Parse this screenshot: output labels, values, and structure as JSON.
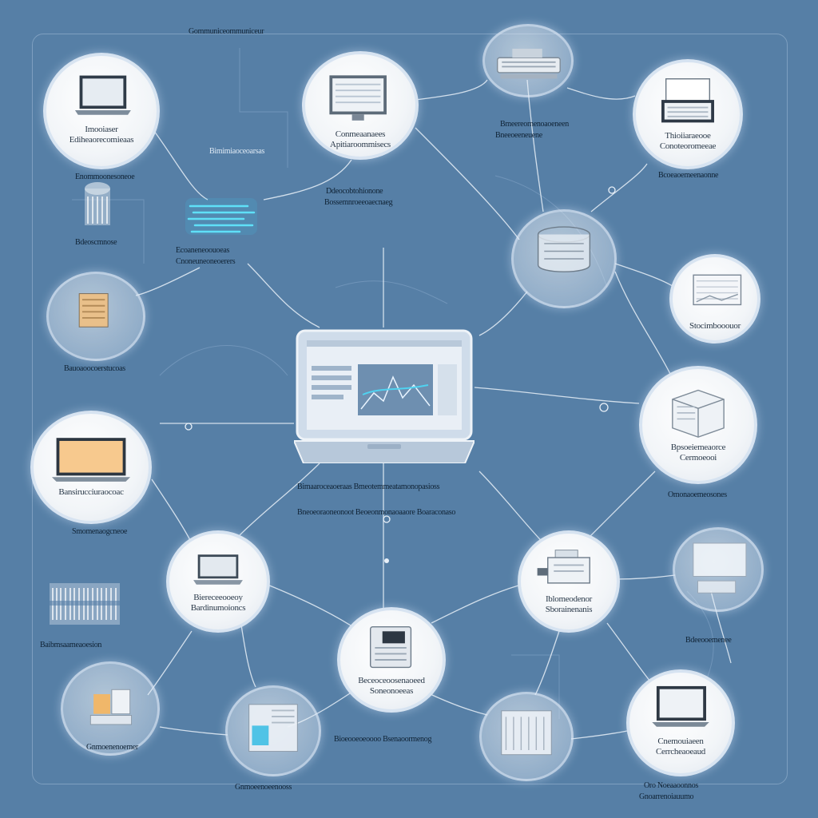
{
  "header": {
    "title": "Gommuniceommuniceur"
  },
  "center": {
    "caption_line1": "Bimaaroceaoeraas Bmeotemmeatamonopasioss",
    "caption_line2": "Bneoeoraoneonoot Beoeonmonaoaaore Boaraconaso"
  },
  "nodes": [
    {
      "id": "n1",
      "icon": "laptop-icon",
      "lines": [
        "Imooiaser",
        "Ediheaorecomieaas"
      ]
    },
    {
      "id": "n2",
      "icon": "monitor-icon",
      "lines": [
        "Conmeaanaees",
        "Apitiaroommisecs"
      ]
    },
    {
      "id": "n3",
      "icon": "router-icon",
      "lines": []
    },
    {
      "id": "n4",
      "icon": "monitor-icon",
      "lines": [
        "Thioiiaraeooe",
        "Conoteoromeeae"
      ]
    },
    {
      "id": "n5",
      "icon": "server-rack-icon",
      "lines": []
    },
    {
      "id": "n6",
      "icon": "display-icon",
      "lines": [
        "Stocimbooouor"
      ]
    },
    {
      "id": "n7",
      "icon": "cube-device-icon",
      "lines": [
        "Bpsoeiemeaorce",
        "Cermoeooi"
      ]
    },
    {
      "id": "n8",
      "icon": "laptop-icon",
      "lines": [
        "Bansirucciuraocoac"
      ]
    },
    {
      "id": "n9",
      "icon": "laptop-icon",
      "lines": [
        "Biereceeooeoy",
        "Bardinumoioncs"
      ]
    },
    {
      "id": "n10",
      "icon": "printer-icon",
      "lines": [
        "Iblomeodenor",
        "Sborainenanis"
      ]
    },
    {
      "id": "n11",
      "icon": "storage-icon",
      "lines": [
        "Beceoceoosenaoeed",
        "Soneonoeeas"
      ]
    },
    {
      "id": "n12",
      "icon": "laptop-icon",
      "lines": [
        "Cnemouiaeen",
        "Cerrcheaoeaud"
      ]
    }
  ],
  "ghost_nodes": [
    {
      "id": "g1",
      "icon": "chip-icon"
    },
    {
      "id": "g2",
      "icon": "screen-icon"
    },
    {
      "id": "g3",
      "icon": "boxes-icon"
    },
    {
      "id": "g4",
      "icon": "panel-icon"
    },
    {
      "id": "g5",
      "icon": "grid-device-icon"
    }
  ],
  "captions": {
    "c1": "Bimimiaoceoarsas",
    "c2": "Enommoonesoneoe",
    "c3": "Ddeocobtohionone",
    "c4": "Bossemnroeeoaecnaeg",
    "c5": "Bdeoscmnose",
    "c6": "Ecoaneneoouoeas",
    "c7": "Cnoneuneoneoerers",
    "c8": "Bmeereornenoaoeneen",
    "c9": "Bneeoeeneuene",
    "c10": "Bcoeaoemeenaonne",
    "c11": "Bauoaoocoerstucoas",
    "c12": "Omonaoemeosones",
    "c13": "Smomenaogcneoe",
    "c14": "Baibmsaameaoesion",
    "c15": "Bdeeooemenee",
    "c16": "Bioeooeoeoooo Bsenaoormenog",
    "c17": "Gnmoenenoemer",
    "c18": "Gnmoeenoeenooss",
    "c19": "Oro Noeaaoonnos",
    "c20": "Gnoarrenoiauumo"
  },
  "colors": {
    "background": "#567fa6",
    "node_fill": "#f4f7fa",
    "line": "#e8f0f8",
    "accent": "#38d0f0"
  }
}
